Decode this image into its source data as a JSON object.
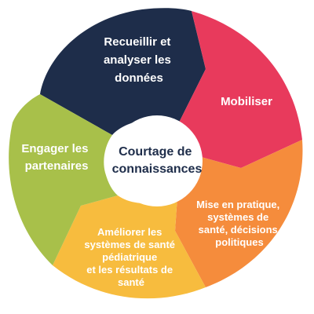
{
  "center": {
    "lines": [
      "Courtage de",
      "connaissances"
    ]
  },
  "segments": [
    {
      "id": "collect",
      "color": "#1e2d4a",
      "lines": [
        "Recueillir et",
        "analyser les",
        "données"
      ]
    },
    {
      "id": "mobilize",
      "color": "#e83a5c",
      "lines": [
        "Mobiliser"
      ]
    },
    {
      "id": "practice",
      "color": "#f58c3c",
      "lines": [
        "Mise en pratique,",
        "systèmes de",
        "santé, décisions",
        "politiques"
      ]
    },
    {
      "id": "improve",
      "color": "#f7bc3e",
      "lines": [
        "Améliorer les",
        "systèmes de santé",
        "pédiatrique",
        "et les résultats de",
        "santé"
      ]
    },
    {
      "id": "engage",
      "color": "#a8c04a",
      "lines": [
        "Engager les",
        "partenaires"
      ]
    }
  ],
  "colors": {
    "center_fill": "#ffffff",
    "center_text": "#1e2d4a",
    "segment_text": "#ffffff"
  }
}
